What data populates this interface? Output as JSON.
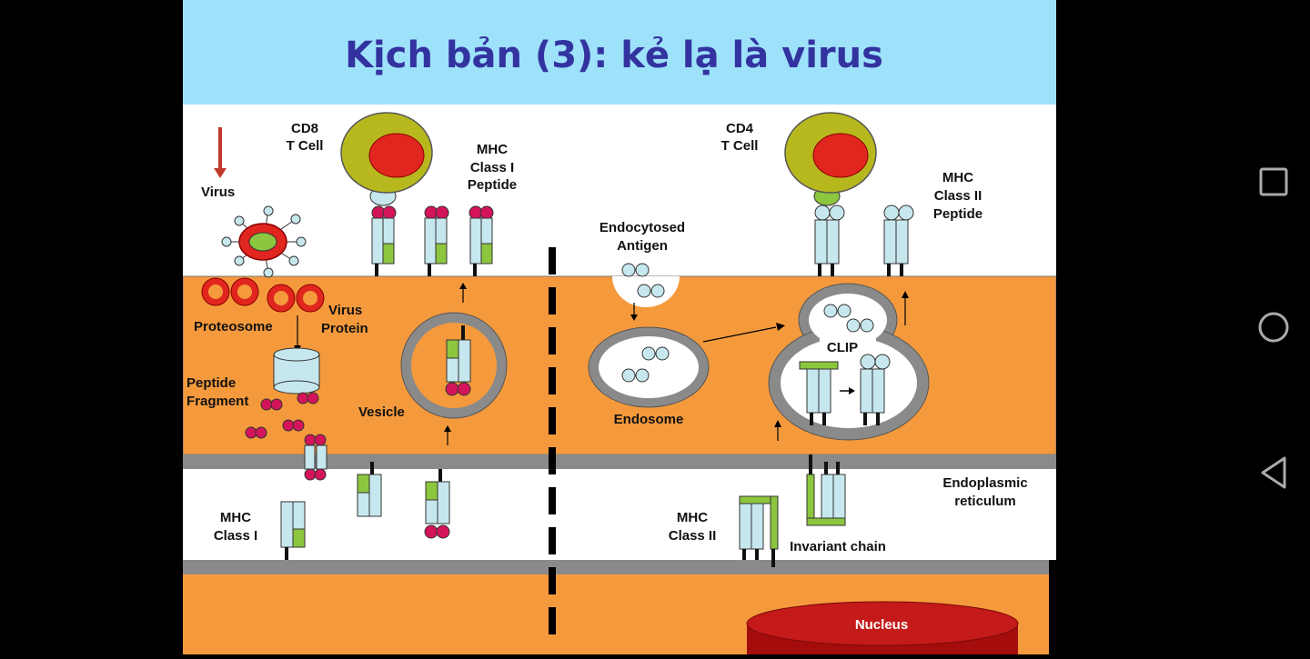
{
  "slide": {
    "title": "Kịch bản (3): kẻ lạ là virus",
    "colors": {
      "header": "#9ee1fb",
      "cytoplasm": "#f59a3c",
      "membrane": "#8a8a8a",
      "receptor": "#c7e7ee",
      "peptide_class1": "#d4145a",
      "green_tag": "#8cc63f",
      "nucleus": "#a50c0c",
      "title_text": "#3333a0"
    },
    "labels": {
      "cd8_line1": "CD8",
      "cd8_line2": "T Cell",
      "cd4_line1": "CD4",
      "cd4_line2": "T Cell",
      "virus": "Virus",
      "mhc1_pep_1": "MHC",
      "mhc1_pep_2": "Class I",
      "mhc1_pep_3": "Peptide",
      "endo_ag_1": "Endocytosed",
      "endo_ag_2": "Antigen",
      "mhc2_pep_1": "MHC",
      "mhc2_pep_2": "Class II",
      "mhc2_pep_3": "Peptide",
      "proteosome": "Proteosome",
      "virus_protein_1": "Virus",
      "virus_protein_2": "Protein",
      "peptide_fragment_1": "Peptide",
      "peptide_fragment_2": "Fragment",
      "vesicle": "Vesicle",
      "endosome": "Endosome",
      "clip": "CLIP",
      "er_1": "Endoplasmic",
      "er_2": "reticulum",
      "mhc1_1": "MHC",
      "mhc1_2": "Class I",
      "mhc2_1": "MHC",
      "mhc2_2": "Class II",
      "invariant_chain": "Invariant chain",
      "nucleus": "Nucleus"
    }
  },
  "nav": {
    "icons": [
      "recent-apps-square-icon",
      "home-circle-icon",
      "back-triangle-icon"
    ]
  }
}
